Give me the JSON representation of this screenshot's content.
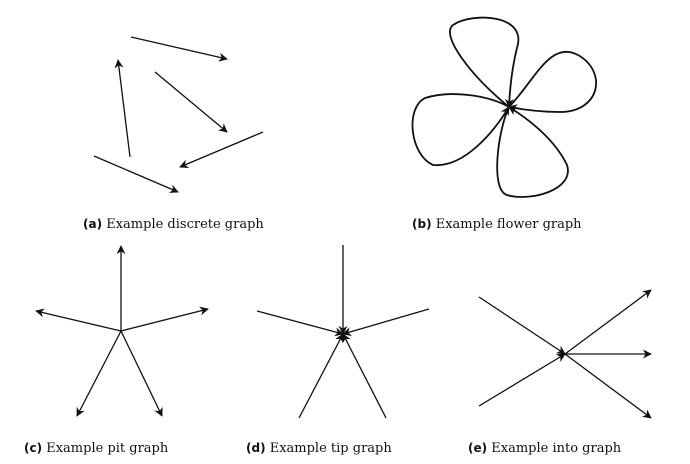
{
  "captions": {
    "a": {
      "label": "(a)",
      "text": "Example discrete graph"
    },
    "b": {
      "label": "(b)",
      "text": "Example flower graph"
    },
    "c": {
      "label": "(c)",
      "text": "Example pit graph"
    },
    "d": {
      "label": "(d)",
      "text": "Example tip graph"
    },
    "e": {
      "label": "(e)",
      "text": "Example into graph"
    }
  },
  "colors": {
    "ink": "#111111",
    "background": "#ffffff"
  }
}
